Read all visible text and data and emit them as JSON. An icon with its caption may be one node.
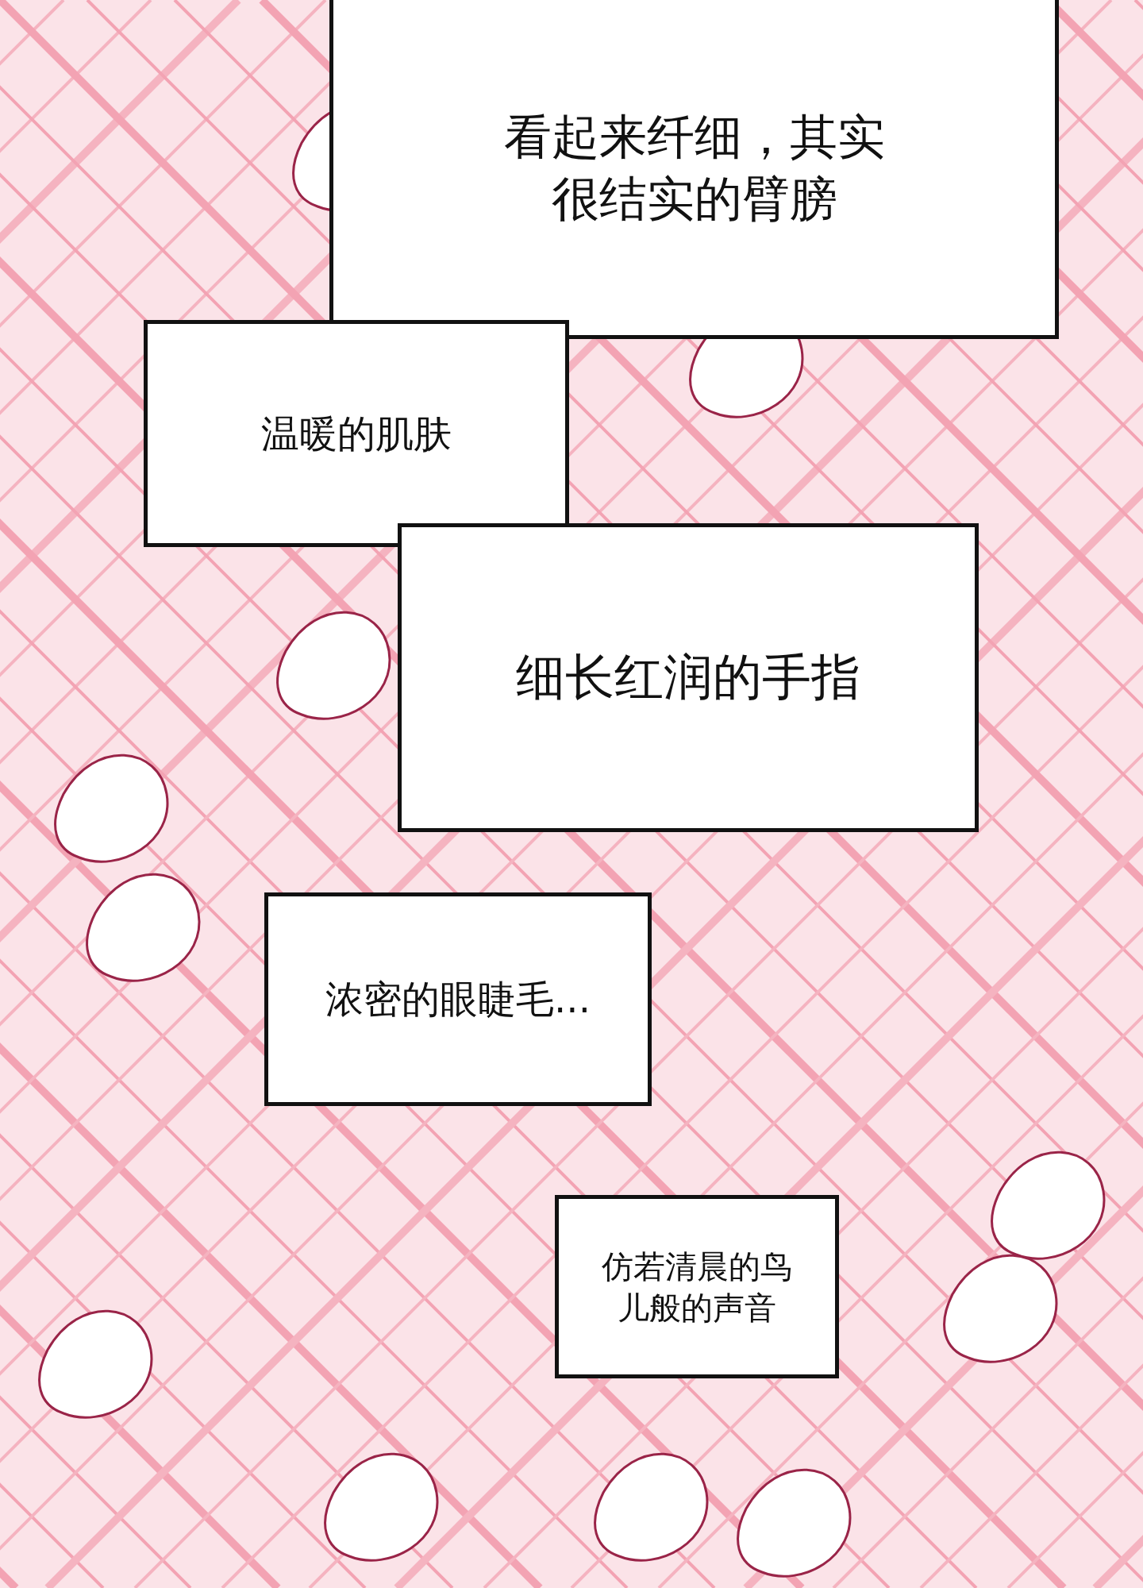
{
  "diagram": {
    "nodes": [
      {
        "text": [
          "看起来纤细，其实很结实的臂膀"
        ]
      },
      {
        "text": [
          "温暖的肌肤"
        ]
      },
      {
        "text": [
          "细长红润的手指"
        ]
      },
      {
        "text": [
          "浓密的眼睫毛..."
        ]
      },
      {
        "text": [
          "仿若清晨的鸟儿般的声音"
        ]
      }
    ]
  }
}
